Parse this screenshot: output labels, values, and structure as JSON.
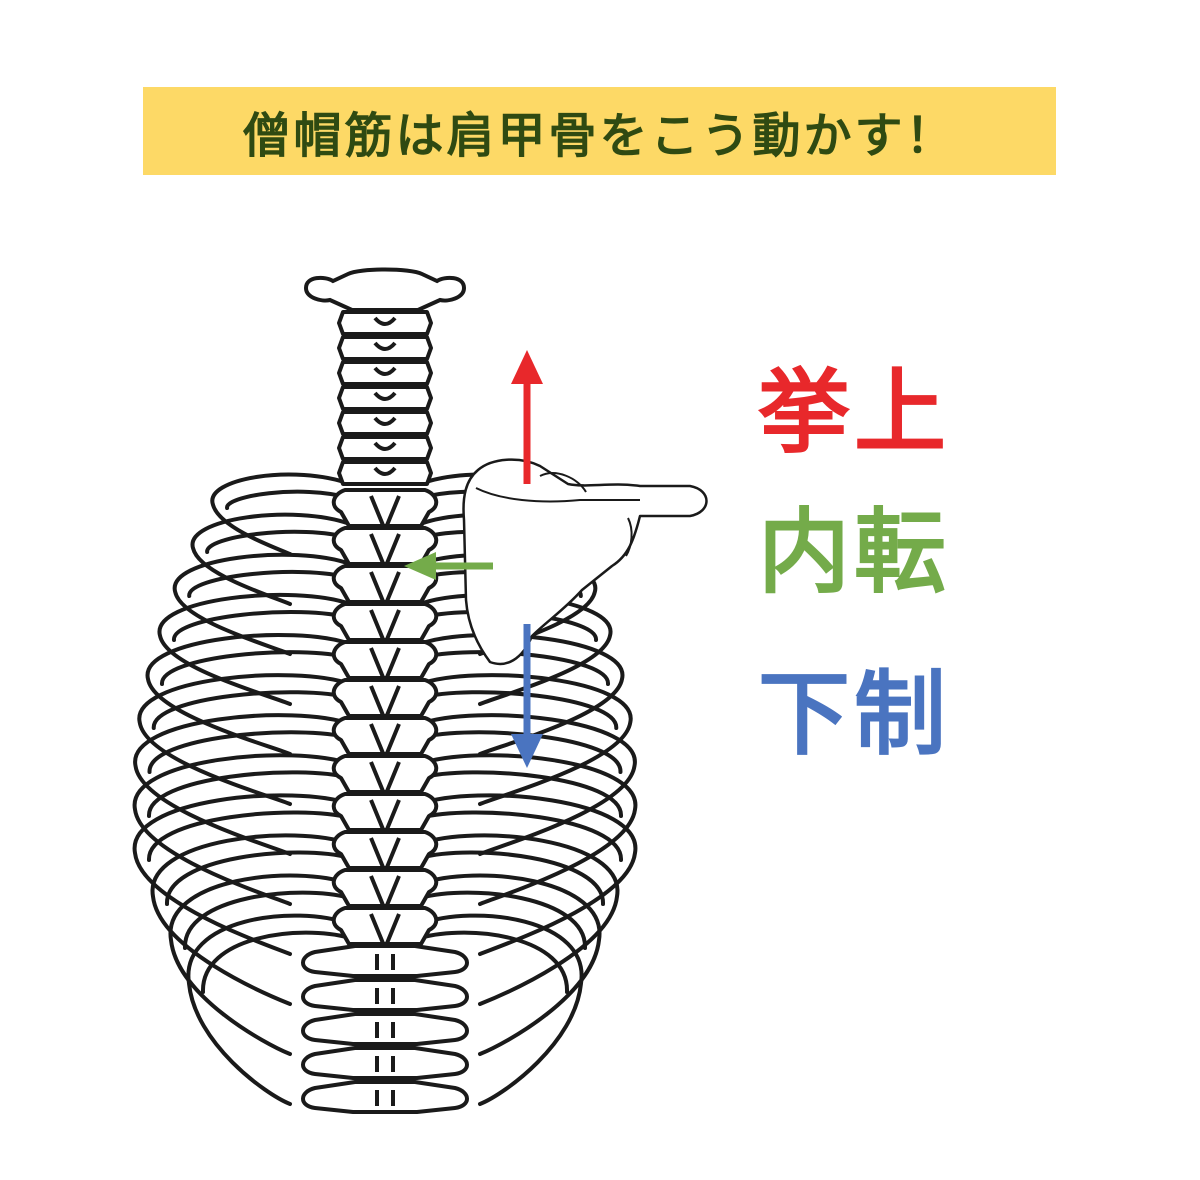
{
  "title": "僧帽筋は肩甲骨をこう動かす！",
  "colors": {
    "banner": "#fdd966",
    "title_text": "#2f4a12",
    "elevation": "#e8282b",
    "adduction": "#74ab4a",
    "depression": "#4a74c0",
    "bone_line": "#1a1a1a"
  },
  "motions": [
    {
      "label": "挙上",
      "icon": "arrow-up-icon"
    },
    {
      "label": "内転",
      "icon": "arrow-left-icon"
    },
    {
      "label": "下制",
      "icon": "arrow-down-icon"
    }
  ]
}
